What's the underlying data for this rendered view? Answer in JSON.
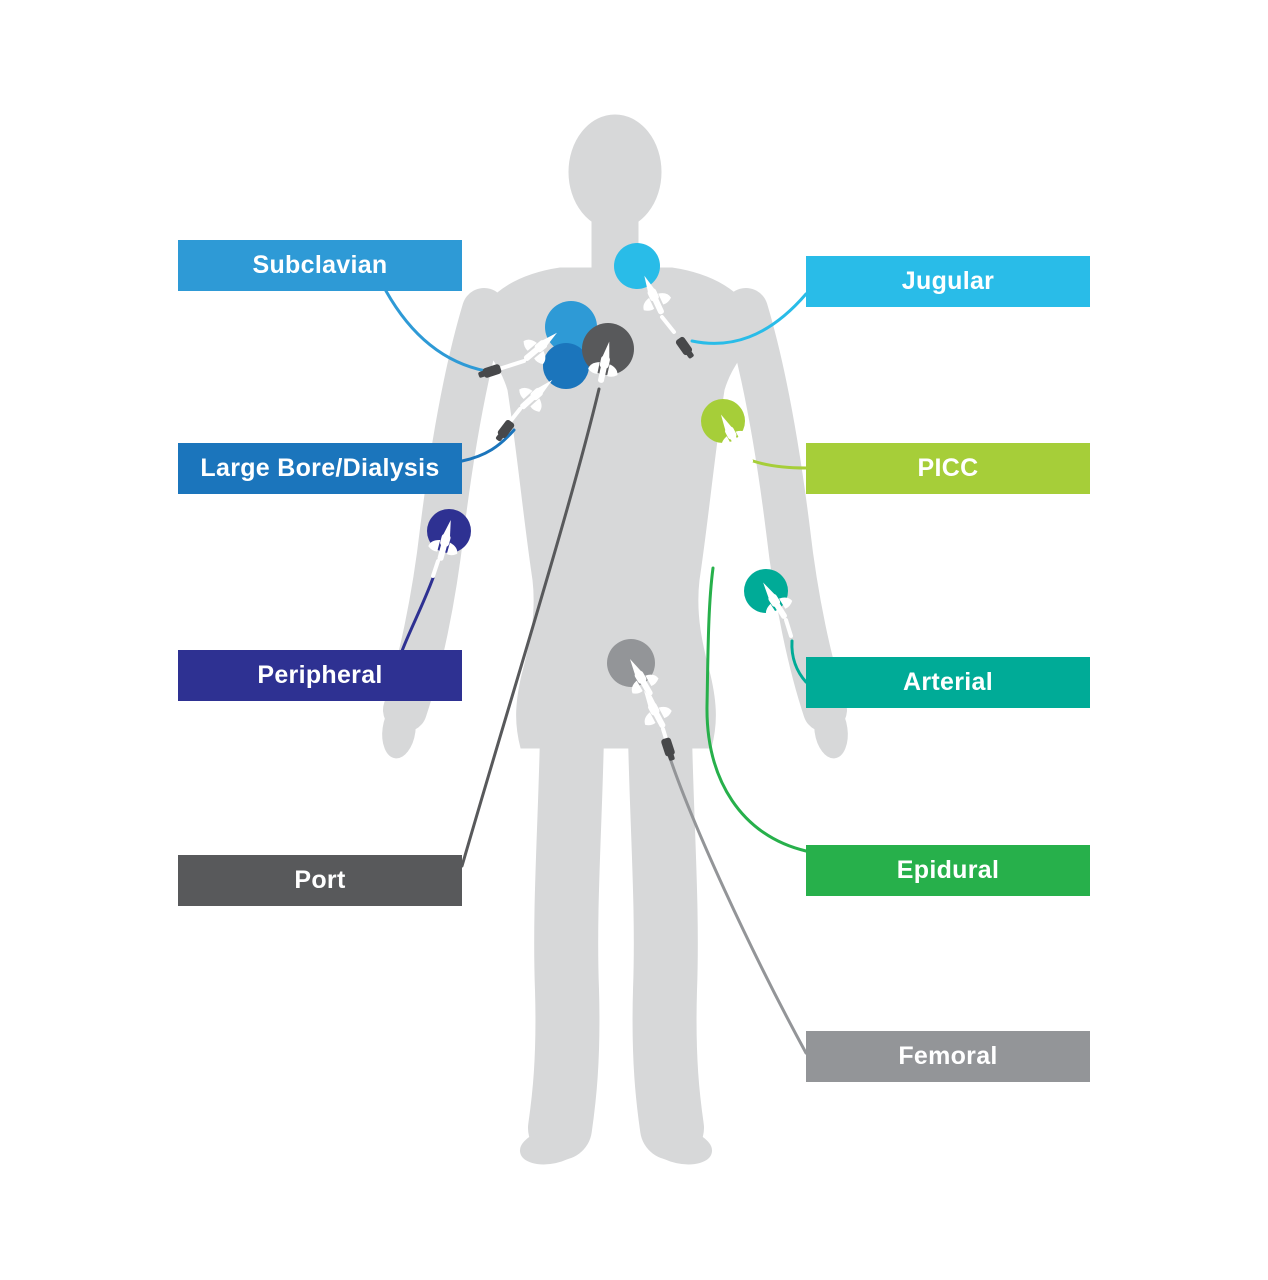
{
  "figure": {
    "description": "Vascular access device placement sites shown on a human body silhouette"
  },
  "body": {
    "silhouette_color": "#d7d8d9"
  },
  "labels": [
    {
      "id": "subclavian",
      "label": "Subclavian",
      "color": "#2e9ad6"
    },
    {
      "id": "large_bore",
      "label": "Large Bore/Dialysis",
      "color": "#1b75bc"
    },
    {
      "id": "peripheral",
      "label": "Peripheral",
      "color": "#2e3192"
    },
    {
      "id": "port",
      "label": "Port",
      "color": "#58595b"
    },
    {
      "id": "jugular",
      "label": "Jugular",
      "color": "#29bce8"
    },
    {
      "id": "picc",
      "label": "PICC",
      "color": "#a6ce39"
    },
    {
      "id": "arterial",
      "label": "Arterial",
      "color": "#00ab97"
    },
    {
      "id": "epidural",
      "label": "Epidural",
      "color": "#27b04b"
    },
    {
      "id": "femoral",
      "label": "Femoral",
      "color": "#939598"
    }
  ],
  "catheter": {
    "glyph_color": "#ffffff",
    "connector_color": "#47484a"
  }
}
